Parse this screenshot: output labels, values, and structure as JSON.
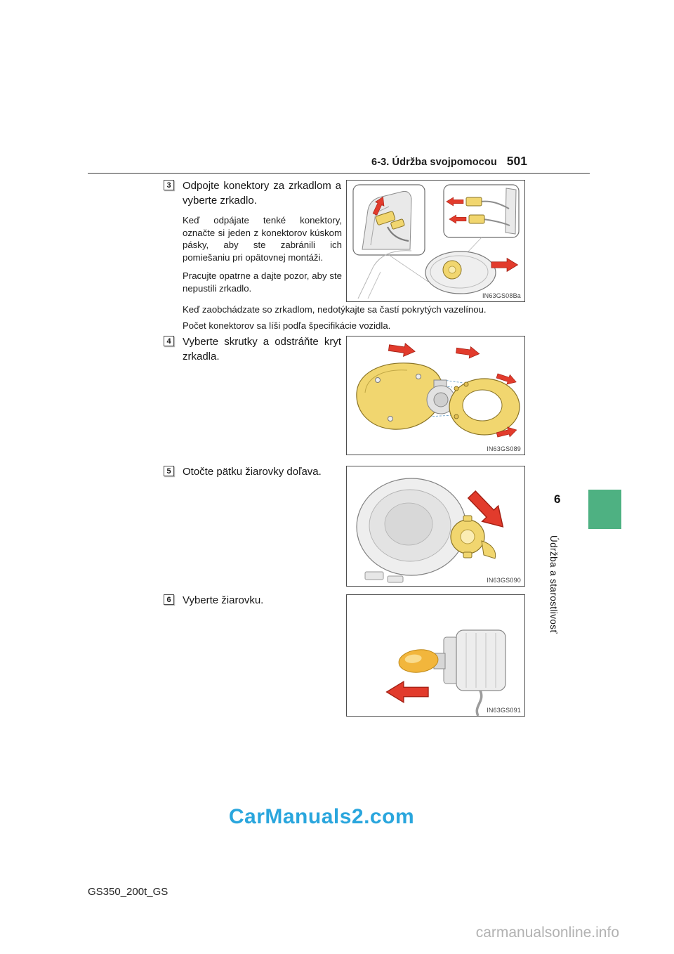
{
  "colors": {
    "chapter_tab_green": "#4eb182",
    "watermark_blue": "#2aa6dd",
    "arrow_red": "#e23b2c",
    "highlight_part_gold": "#f1d66f"
  },
  "header": {
    "section": "6-3. Údržba svojpomocou",
    "page_number": "501"
  },
  "steps": [
    {
      "number": "3",
      "title": "Odpojte konektory za zrkadlom a vyberte zrkadlo.",
      "paragraphs": [
        "Keď odpájate tenké konektory, označte si jeden z konektorov kúskom pásky, aby ste zabránili ich pomiešaniu pri opätovnej montáži.",
        "Pracujte opatrne a dajte pozor, aby ste nepustili zrkadlo."
      ],
      "figure_label": "IN63GS08Ba"
    },
    {
      "number": "4",
      "title": "Vyberte skrutky a odstráňte kryt zrkadla.",
      "paragraphs": [],
      "figure_label": "IN63GS089"
    },
    {
      "number": "5",
      "title": "Otočte pätku žiarovky doľava.",
      "paragraphs": [],
      "figure_label": "IN63GS090"
    },
    {
      "number": "6",
      "title": "Vyberte žiarovku.",
      "paragraphs": [],
      "figure_label": "IN63GS091"
    }
  ],
  "notes": [
    "Keď zaobchádzate so zrkadlom, nedotýkajte sa častí pokrytých vazelínou.",
    "Počet konektorov sa líši podľa špecifikácie vozidla."
  ],
  "sidebar": {
    "chapter_number": "6",
    "chapter_title": "Údržba a starostlivosť"
  },
  "footer": {
    "doc_code": "GS350_200t_GS",
    "watermark": "CarManuals2.com",
    "site": "carmanualsonline.info"
  }
}
